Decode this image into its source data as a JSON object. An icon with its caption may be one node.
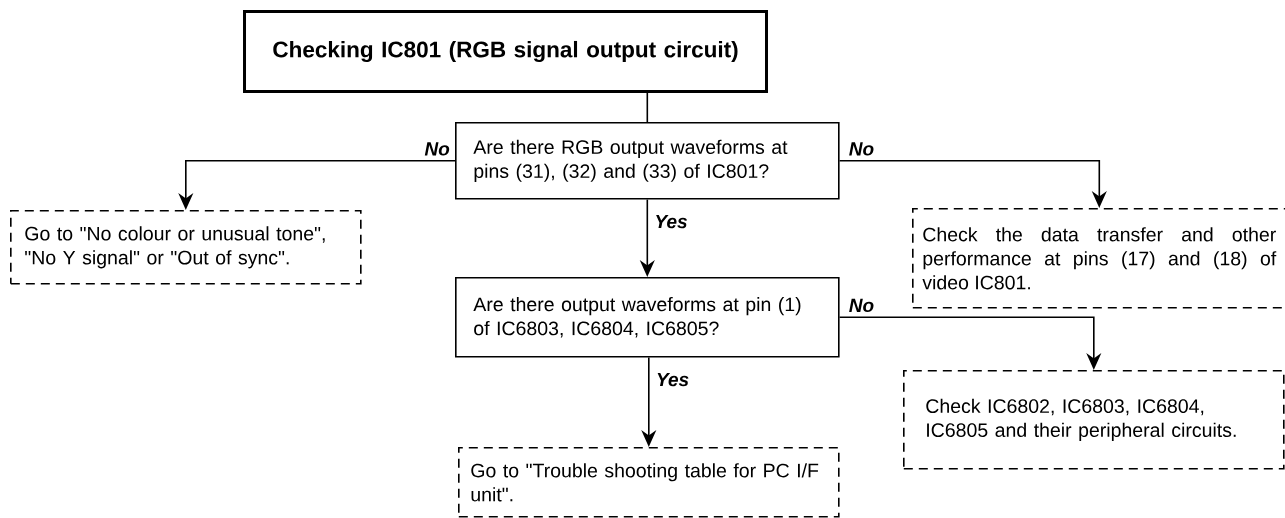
{
  "diagram": {
    "nodes": [
      {
        "text": [
          "Checking IC801 (RGB signal output circuit)"
        ]
      },
      {
        "text": [
          "Are there RGB output waveforms at pins (31), (32) and (33) of IC801?"
        ]
      },
      {
        "text": [
          "Go to \"No colour or unusual tone\", \"No Y signal\" or \"Out of sync\"."
        ]
      },
      {
        "text": [
          "Check the data transfer and other performance at pins (17) and (18) of video IC801."
        ]
      },
      {
        "text": [
          "Are there output waveforms at pin (1) of IC6803, IC6804, IC6805?"
        ]
      },
      {
        "text": [
          "Check IC6802, IC6803, IC6804, IC6805 and their peripheral circuits."
        ]
      },
      {
        "text": [
          "Go to \"Trouble shooting table for PC I/F unit\"."
        ]
      }
    ],
    "edges": [
      {
        "from": 0,
        "to": 1,
        "arrow": "none"
      },
      {
        "from": 1,
        "to": 2,
        "arrow": "to",
        "label": "No"
      },
      {
        "from": 1,
        "to": 3,
        "arrow": "to",
        "label": "No"
      },
      {
        "from": 1,
        "to": 4,
        "arrow": "to",
        "label": "Yes"
      },
      {
        "from": 4,
        "to": 5,
        "arrow": "to",
        "label": "No"
      },
      {
        "from": 4,
        "to": 6,
        "arrow": "to",
        "label": "Yes"
      }
    ]
  }
}
